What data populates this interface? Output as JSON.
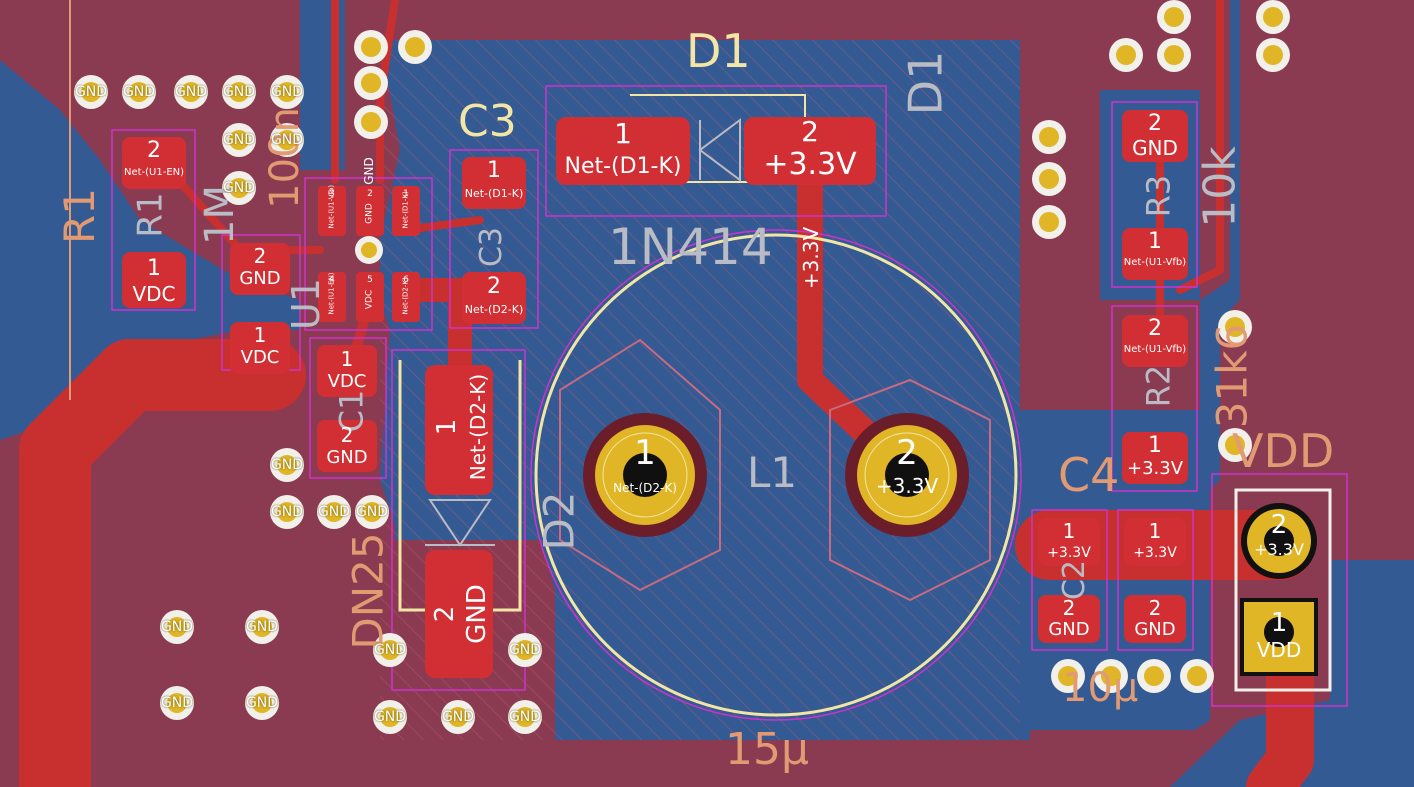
{
  "colors": {
    "background": "#8a3b52",
    "copper_fill": "#345a94",
    "track": "#c82f2f",
    "pad": "#d12f33",
    "via": "#e0b526",
    "silk_yellow": "#f2e6a6",
    "silk_salmon": "#e19a72",
    "silk_grey": "#b9bcc4",
    "courtyard": "#cc33cc"
  },
  "designators": {
    "d1_top": "D1",
    "d1_side": "D1",
    "c3": "C3",
    "r1": "R1",
    "r3": "R3",
    "r2": "R2",
    "l1": "L1",
    "d2": "D2",
    "d2_mirror": "D2",
    "c4": "C4",
    "vdd": "VDD",
    "c1": "C1",
    "c2": "C2",
    "u1": "U1"
  },
  "values": {
    "d1_value": "1N414",
    "r1_value": "1M",
    "r3_value": "10k",
    "r2_value": "31k6",
    "l1_value": "15μ",
    "c_value": "10μ",
    "d2_value": "DN25",
    "c3_value": "100n"
  },
  "pads": [
    {
      "num": "2",
      "net": "Net-(U1-EN)"
    },
    {
      "num": "1",
      "net": "VDC"
    },
    {
      "num": "2",
      "net": "GND"
    },
    {
      "num": "1",
      "net": "VDC"
    },
    {
      "num": "1",
      "net": "VDC"
    },
    {
      "num": "2",
      "net": "GND"
    },
    {
      "num": "1",
      "net": "Net-(D1-K)"
    },
    {
      "num": "2",
      "net": "Net-(D2-K)"
    },
    {
      "num": "1",
      "net": "Net-(D1-K)"
    },
    {
      "num": "2",
      "net": "+3.3V"
    },
    {
      "num": "1",
      "net": "Net-(D2-K)"
    },
    {
      "num": "2",
      "net": "GND"
    },
    {
      "num": "1",
      "net": "Net-(D2-K)"
    },
    {
      "num": "2",
      "net": "+3.3V"
    },
    {
      "num": "2",
      "net": "GND"
    },
    {
      "num": "1",
      "net": "Net-(U1-Vfb)"
    },
    {
      "num": "2",
      "net": "Net-(U1-Vfb)"
    },
    {
      "num": "1",
      "net": "+3.3V"
    },
    {
      "num": "1",
      "net": "+3.3V"
    },
    {
      "num": "2",
      "net": "GND"
    },
    {
      "num": "1",
      "net": "+3.3V"
    },
    {
      "num": "2",
      "net": "GND"
    },
    {
      "num": "2",
      "net": "+3.3V"
    },
    {
      "num": "1",
      "net": "VDD"
    }
  ],
  "u1_pins": [
    {
      "num": "3",
      "net": "Net-(U1-Vfb)"
    },
    {
      "num": "2",
      "net": "GND"
    },
    {
      "num": "1",
      "net": "Net-(D1-K)"
    },
    {
      "num": "4",
      "net": "Net-(U1-EN)"
    },
    {
      "num": "5",
      "net": "VDC"
    },
    {
      "num": "6",
      "net": "Net-(D2-K)"
    }
  ],
  "u1_net_gnd": "GND",
  "track_net_label": "+3.3V",
  "vias": {
    "gnd_label": "GND"
  }
}
